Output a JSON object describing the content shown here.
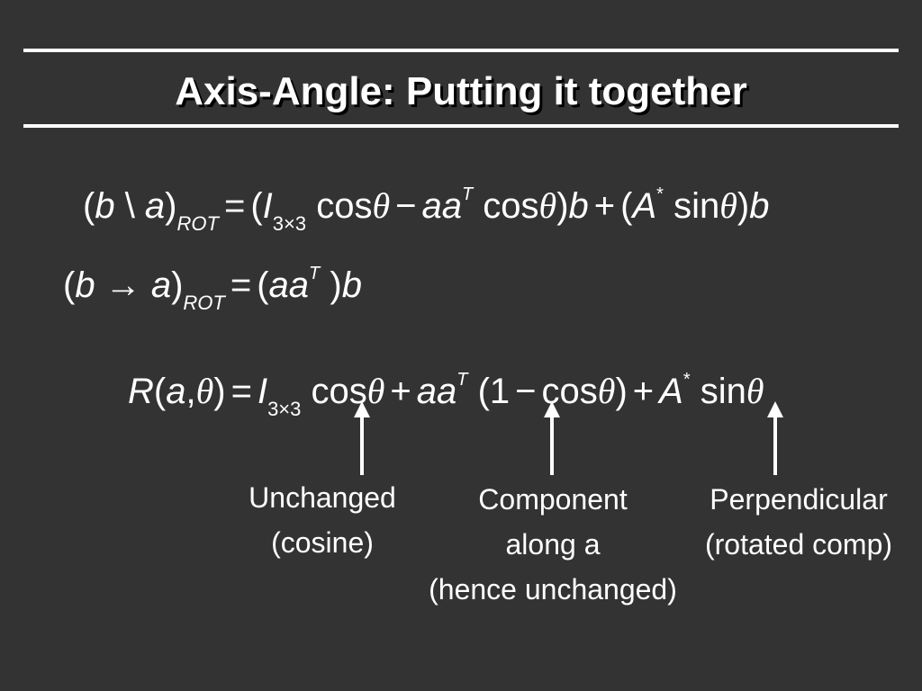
{
  "slide": {
    "title": "Axis-Angle: Putting it together"
  },
  "equations": {
    "eq1_text": "(b \\ a)ROT = (I3×3 cosθ − aaT cosθ)b + (A* sinθ)b",
    "eq2_text": "(b → a)ROT = (aaT)b",
    "eq3_text": "R(a,θ) = I3×3 cosθ + aaT (1 − cosθ) + A* sinθ"
  },
  "annotations": [
    {
      "line1": "Unchanged",
      "line2": "(cosine)"
    },
    {
      "line1": "Component",
      "line2": "along a",
      "line3": "(hence unchanged)"
    },
    {
      "line1": "Perpendicular",
      "line2": "(rotated comp)"
    }
  ],
  "colors": {
    "background": "#333333",
    "text": "#ffffff",
    "title_shadow": "#000000"
  }
}
